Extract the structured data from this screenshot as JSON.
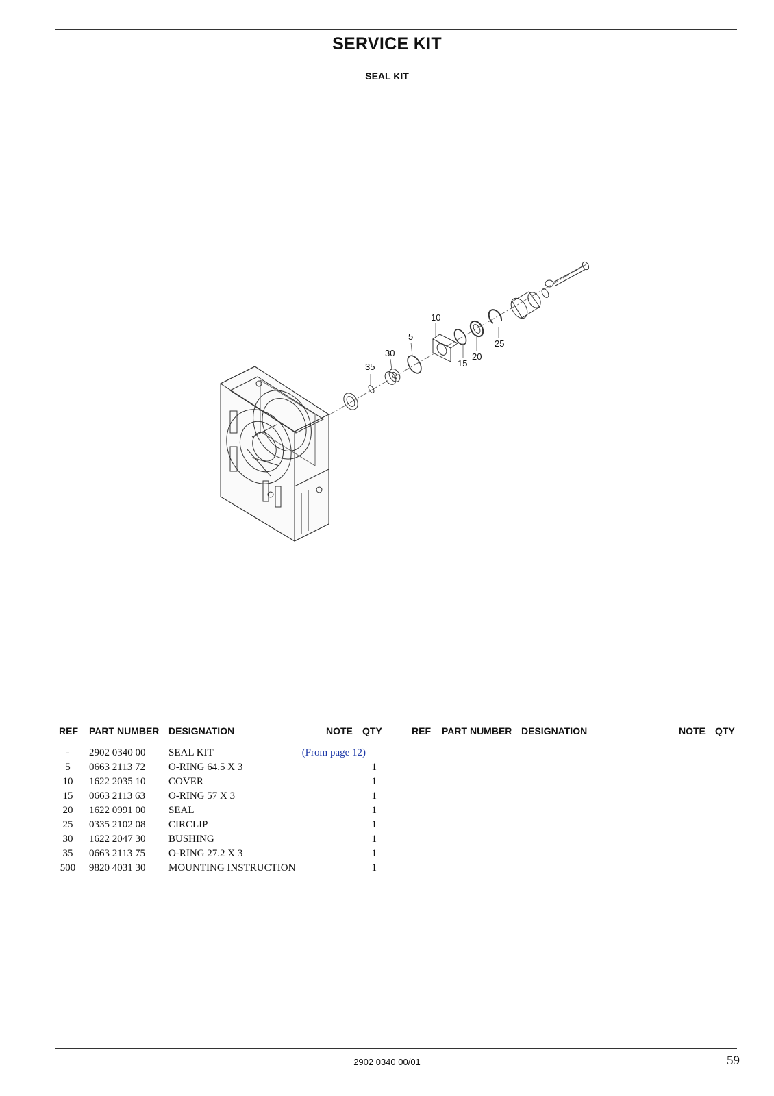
{
  "header": {
    "title": "SERVICE KIT",
    "subtitle": "SEAL KIT"
  },
  "drawing": {
    "callouts": [
      "10",
      "5",
      "30",
      "35",
      "15",
      "20",
      "25"
    ]
  },
  "table": {
    "headers": {
      "ref": "REF",
      "part_number": "PART NUMBER",
      "designation": "DESIGNATION",
      "note": "NOTE",
      "qty": "QTY"
    },
    "rows": [
      {
        "ref": "-",
        "part_number": "2902 0340 00",
        "designation": "SEAL KIT",
        "note": "(From page 12)",
        "qty": ""
      },
      {
        "ref": "5",
        "part_number": "0663 2113 72",
        "designation": "O-RING 64.5 X 3",
        "note": "",
        "qty": "1"
      },
      {
        "ref": "10",
        "part_number": "1622 2035 10",
        "designation": "COVER",
        "note": "",
        "qty": "1"
      },
      {
        "ref": "15",
        "part_number": "0663 2113 63",
        "designation": "O-RING 57 X 3",
        "note": "",
        "qty": "1"
      },
      {
        "ref": "20",
        "part_number": "1622 0991 00",
        "designation": "SEAL",
        "note": "",
        "qty": "1"
      },
      {
        "ref": "25",
        "part_number": "0335 2102 08",
        "designation": "CIRCLIP",
        "note": "",
        "qty": "1"
      },
      {
        "ref": "30",
        "part_number": "1622 2047 30",
        "designation": "BUSHING",
        "note": "",
        "qty": "1"
      },
      {
        "ref": "35",
        "part_number": "0663 2113 75",
        "designation": "O-RING 27.2 X 3",
        "note": "",
        "qty": "1"
      },
      {
        "ref": "500",
        "part_number": "9820 4031 30",
        "designation": "MOUNTING INSTRUCTION",
        "note": "",
        "qty": "1"
      }
    ]
  },
  "footer": {
    "doc_code": "2902 0340 00/01",
    "page_number": "59"
  }
}
